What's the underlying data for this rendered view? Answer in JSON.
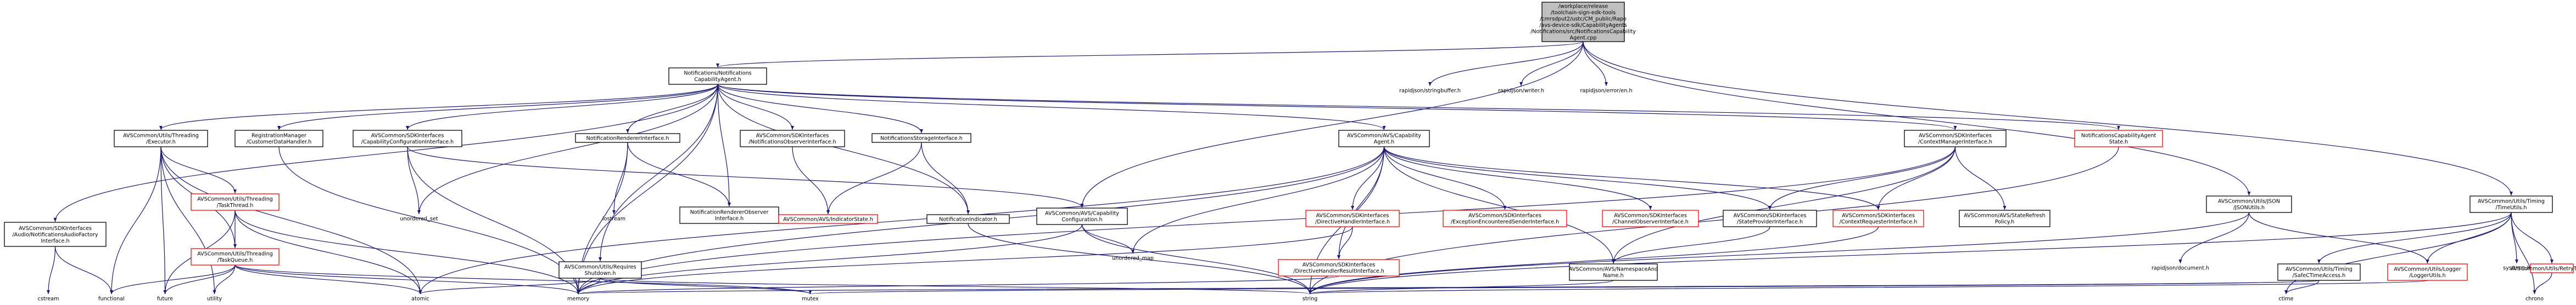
{
  "nodes": [
    {
      "id": "root",
      "style": "root",
      "lines": [
        "/workplace/release",
        "/toolchain-sign-edk-tools",
        "/cmrsdput2/ustc/CM_public/Rapo",
        "/avs-device-sdk/CapabilityAgents",
        "/Notifications/src/NotificationsCapability",
        "Agent.cpp"
      ]
    },
    {
      "id": "nca_h",
      "style": "black",
      "lines": [
        "Notifications/Notifications",
        "CapabilityAgent.h"
      ]
    },
    {
      "id": "rj_sb",
      "style": "gray",
      "lines": [
        "rapidjson/stringbuffer.h"
      ]
    },
    {
      "id": "rj_wr",
      "style": "gray",
      "lines": [
        "rapidjson/writer.h"
      ]
    },
    {
      "id": "rj_er",
      "style": "gray",
      "lines": [
        "rapidjson/error/en.h"
      ]
    },
    {
      "id": "thr_exec",
      "style": "black",
      "lines": [
        "AVSCommon/Utils/Threading",
        "/Executor.h"
      ]
    },
    {
      "id": "reg_mgr",
      "style": "black",
      "lines": [
        "RegistrationManager",
        "/CustomerDataHandler.h"
      ]
    },
    {
      "id": "cap_cfg_if",
      "style": "black",
      "lines": [
        "AVSCommon/SDKInterfaces",
        "/CapabilityConfigurationInterface.h"
      ]
    },
    {
      "id": "notif_rend_if",
      "style": "black",
      "lines": [
        "NotificationRendererInterface.h"
      ]
    },
    {
      "id": "notif_obs_if",
      "style": "black",
      "lines": [
        "AVSCommon/SDKInterfaces",
        "/NotificationsObserverInterface.h"
      ]
    },
    {
      "id": "notif_store_if",
      "style": "black",
      "lines": [
        "NotificationsStorageInterface.h"
      ]
    },
    {
      "id": "cap_agent_h",
      "style": "black",
      "lines": [
        "AVSCommon/AVS/Capability",
        "Agent.h"
      ]
    },
    {
      "id": "ctx_mgr_if",
      "style": "black",
      "lines": [
        "AVSCommon/SDKInterfaces",
        "/ContextManagerInterface.h"
      ]
    },
    {
      "id": "notif_cap_state",
      "style": "red",
      "lines": [
        "NotificationsCapabilityAgent",
        "State.h"
      ]
    },
    {
      "id": "json_utils",
      "style": "black",
      "lines": [
        "AVSCommon/Utils/JSON",
        "/JSONUtils.h"
      ]
    },
    {
      "id": "time_utils",
      "style": "black",
      "lines": [
        "AVSCommon/Utils/Timing",
        "/TimeUtils.h"
      ]
    },
    {
      "id": "audio_fac",
      "style": "black",
      "lines": [
        "AVSCommon/SDKInterfaces",
        "/Audio/NotificationsAudioFactory",
        "Interface.h"
      ]
    },
    {
      "id": "task_thread",
      "style": "red",
      "lines": [
        "AVSCommon/Utils/Threading",
        "/TaskThread.h"
      ]
    },
    {
      "id": "unord_set",
      "style": "gray",
      "lines": [
        "unordered_set"
      ]
    },
    {
      "id": "iostream",
      "style": "gray",
      "lines": [
        "iostream"
      ]
    },
    {
      "id": "notif_rend_obs",
      "style": "black",
      "lines": [
        "NotificationRendererObserver",
        "Interface.h"
      ]
    },
    {
      "id": "indicator_state",
      "style": "red",
      "lines": [
        "AVSCommon/AVS/IndicatorState.h"
      ]
    },
    {
      "id": "notif_indicator",
      "style": "black",
      "lines": [
        "NotificationIndicator.h"
      ]
    },
    {
      "id": "cap_config",
      "style": "black",
      "lines": [
        "AVSCommon/AVS/Capability",
        "Configuration.h"
      ]
    },
    {
      "id": "dir_handler_if",
      "style": "red",
      "lines": [
        "AVSCommon/SDKInterfaces",
        "/DirectiveHandlerInterface.h"
      ]
    },
    {
      "id": "exc_enc_sender",
      "style": "red",
      "lines": [
        "AVSCommon/SDKInterfaces",
        "/ExceptionEncounteredSenderInterface.h"
      ]
    },
    {
      "id": "chan_obs_if",
      "style": "red",
      "lines": [
        "AVSCommon/SDKInterfaces",
        "/ChannelObserverInterface.h"
      ]
    },
    {
      "id": "state_prov_if",
      "style": "black",
      "lines": [
        "AVSCommon/SDKInterfaces",
        "/StateProviderInterface.h"
      ]
    },
    {
      "id": "ctx_req_if",
      "style": "red",
      "lines": [
        "AVSCommon/SDKInterfaces",
        "/ContextRequesterInterface.h"
      ]
    },
    {
      "id": "state_refresh",
      "style": "black",
      "lines": [
        "AVSCommon/AVS/StateRefresh",
        "Policy.h"
      ]
    },
    {
      "id": "task_queue",
      "style": "red",
      "lines": [
        "AVSCommon/Utils/Threading",
        "/TaskQueue.h"
      ]
    },
    {
      "id": "req_shutdown",
      "style": "black",
      "lines": [
        "AVSCommon/Utils/Requires",
        "Shutdown.h"
      ]
    },
    {
      "id": "unord_map",
      "style": "gray",
      "lines": [
        "unordered_map"
      ]
    },
    {
      "id": "dir_handler_res",
      "style": "red",
      "lines": [
        "AVSCommon/SDKInterfaces",
        "/DirectiveHandlerResultInterface.h"
      ]
    },
    {
      "id": "ns_name",
      "style": "black",
      "lines": [
        "AVSCommon/AVS/NamespaceAnd",
        "Name.h"
      ]
    },
    {
      "id": "rj_doc",
      "style": "gray",
      "lines": [
        "rapidjson/document.h"
      ]
    },
    {
      "id": "safe_ctime",
      "style": "black",
      "lines": [
        "AVSCommon/Utils/Timing",
        "/SafeCTimeAccess.h"
      ]
    },
    {
      "id": "logger_utils",
      "style": "red",
      "lines": [
        "AVSCommon/Utils/Logger",
        "/LoggerUtils.h"
      ]
    },
    {
      "id": "sys_time",
      "style": "gray",
      "lines": [
        "sys/time.h"
      ]
    },
    {
      "id": "retry_timer",
      "style": "red",
      "lines": [
        "AVSCommon/Utils/RetryTimer.h"
      ]
    },
    {
      "id": "cstream",
      "style": "gray",
      "lines": [
        "cstream"
      ]
    },
    {
      "id": "functional",
      "style": "gray",
      "lines": [
        "functional"
      ]
    },
    {
      "id": "future",
      "style": "gray",
      "lines": [
        "future"
      ]
    },
    {
      "id": "utility",
      "style": "gray",
      "lines": [
        "utility"
      ]
    },
    {
      "id": "atomic",
      "style": "gray",
      "lines": [
        "atomic"
      ]
    },
    {
      "id": "memory",
      "style": "gray",
      "lines": [
        "memory"
      ]
    },
    {
      "id": "mutex",
      "style": "gray",
      "lines": [
        "mutex"
      ]
    },
    {
      "id": "string",
      "style": "gray",
      "lines": [
        "string"
      ]
    },
    {
      "id": "ctime",
      "style": "gray",
      "lines": [
        "ctime"
      ]
    },
    {
      "id": "chrono",
      "style": "gray",
      "lines": [
        "chrono"
      ]
    }
  ],
  "edges": [
    [
      "root",
      "nca_h"
    ],
    [
      "root",
      "rj_sb"
    ],
    [
      "root",
      "rj_wr"
    ],
    [
      "root",
      "rj_er"
    ],
    [
      "root",
      "json_utils"
    ],
    [
      "root",
      "time_utils"
    ],
    [
      "root",
      "cap_config"
    ],
    [
      "nca_h",
      "thr_exec"
    ],
    [
      "nca_h",
      "reg_mgr"
    ],
    [
      "nca_h",
      "cap_cfg_if"
    ],
    [
      "nca_h",
      "notif_rend_if"
    ],
    [
      "nca_h",
      "notif_obs_if"
    ],
    [
      "nca_h",
      "notif_store_if"
    ],
    [
      "nca_h",
      "cap_agent_h"
    ],
    [
      "nca_h",
      "ctx_mgr_if"
    ],
    [
      "nca_h",
      "notif_cap_state"
    ],
    [
      "nca_h",
      "audio_fac"
    ],
    [
      "nca_h",
      "unord_set"
    ],
    [
      "nca_h",
      "notif_rend_obs"
    ],
    [
      "nca_h",
      "memory"
    ],
    [
      "nca_h",
      "req_shutdown"
    ],
    [
      "nca_h",
      "notif_indicator"
    ],
    [
      "thr_exec",
      "task_thread"
    ],
    [
      "thr_exec",
      "task_queue"
    ],
    [
      "thr_exec",
      "atomic"
    ],
    [
      "thr_exec",
      "functional"
    ],
    [
      "thr_exec",
      "future"
    ],
    [
      "thr_exec",
      "utility"
    ],
    [
      "reg_mgr",
      "memory"
    ],
    [
      "cap_cfg_if",
      "cap_config"
    ],
    [
      "cap_cfg_if",
      "unord_set"
    ],
    [
      "cap_cfg_if",
      "memory"
    ],
    [
      "notif_rend_if",
      "iostream"
    ],
    [
      "notif_rend_if",
      "notif_rend_obs"
    ],
    [
      "notif_rend_if",
      "memory"
    ],
    [
      "notif_obs_if",
      "indicator_state"
    ],
    [
      "notif_store_if",
      "indicator_state"
    ],
    [
      "notif_store_if",
      "notif_indicator"
    ],
    [
      "cap_agent_h",
      "dir_handler_if"
    ],
    [
      "cap_agent_h",
      "exc_enc_sender"
    ],
    [
      "cap_agent_h",
      "chan_obs_if"
    ],
    [
      "cap_agent_h",
      "state_prov_if"
    ],
    [
      "cap_agent_h",
      "ctx_req_if"
    ],
    [
      "cap_agent_h",
      "dir_handler_res"
    ],
    [
      "cap_agent_h",
      "ns_name"
    ],
    [
      "cap_agent_h",
      "unord_map"
    ],
    [
      "cap_agent_h",
      "memory"
    ],
    [
      "cap_agent_h",
      "string"
    ],
    [
      "cap_agent_h",
      "atomic"
    ],
    [
      "ctx_mgr_if",
      "state_prov_if"
    ],
    [
      "ctx_mgr_if",
      "ctx_req_if"
    ],
    [
      "ctx_mgr_if",
      "state_refresh"
    ],
    [
      "ctx_mgr_if",
      "ns_name"
    ],
    [
      "ctx_mgr_if",
      "memory"
    ],
    [
      "notif_cap_state",
      "string"
    ],
    [
      "json_utils",
      "rj_doc"
    ],
    [
      "json_utils",
      "string"
    ],
    [
      "json_utils",
      "logger_utils"
    ],
    [
      "time_utils",
      "safe_ctime"
    ],
    [
      "time_utils",
      "logger_utils"
    ],
    [
      "time_utils",
      "sys_time"
    ],
    [
      "time_utils",
      "retry_timer"
    ],
    [
      "time_utils",
      "ctime"
    ],
    [
      "time_utils",
      "chrono"
    ],
    [
      "time_utils",
      "string"
    ],
    [
      "audio_fac",
      "cstream"
    ],
    [
      "audio_fac",
      "functional"
    ],
    [
      "task_thread",
      "task_queue"
    ],
    [
      "task_thread",
      "atomic"
    ],
    [
      "task_thread",
      "memory"
    ],
    [
      "task_thread",
      "future"
    ],
    [
      "task_queue",
      "functional"
    ],
    [
      "task_queue",
      "future"
    ],
    [
      "task_queue",
      "utility"
    ],
    [
      "task_queue",
      "memory"
    ],
    [
      "task_queue",
      "mutex"
    ],
    [
      "task_queue",
      "atomic"
    ],
    [
      "cap_config",
      "unord_map"
    ],
    [
      "cap_config",
      "string"
    ],
    [
      "cap_config",
      "memory"
    ],
    [
      "dir_handler_if",
      "dir_handler_res"
    ],
    [
      "dir_handler_if",
      "memory"
    ],
    [
      "dir_handler_res",
      "memory"
    ],
    [
      "state_prov_if",
      "ns_name"
    ],
    [
      "ctx_req_if",
      "string"
    ],
    [
      "req_shutdown",
      "atomic"
    ],
    [
      "req_shutdown",
      "mutex"
    ],
    [
      "req_shutdown",
      "memory"
    ],
    [
      "req_shutdown",
      "string"
    ],
    [
      "ns_name",
      "string"
    ],
    [
      "safe_ctime",
      "ctime"
    ],
    [
      "safe_ctime",
      "memory"
    ],
    [
      "safe_ctime",
      "mutex"
    ],
    [
      "logger_utils",
      "string"
    ],
    [
      "retry_timer",
      "chrono"
    ],
    [
      "notif_indicator",
      "string"
    ]
  ]
}
